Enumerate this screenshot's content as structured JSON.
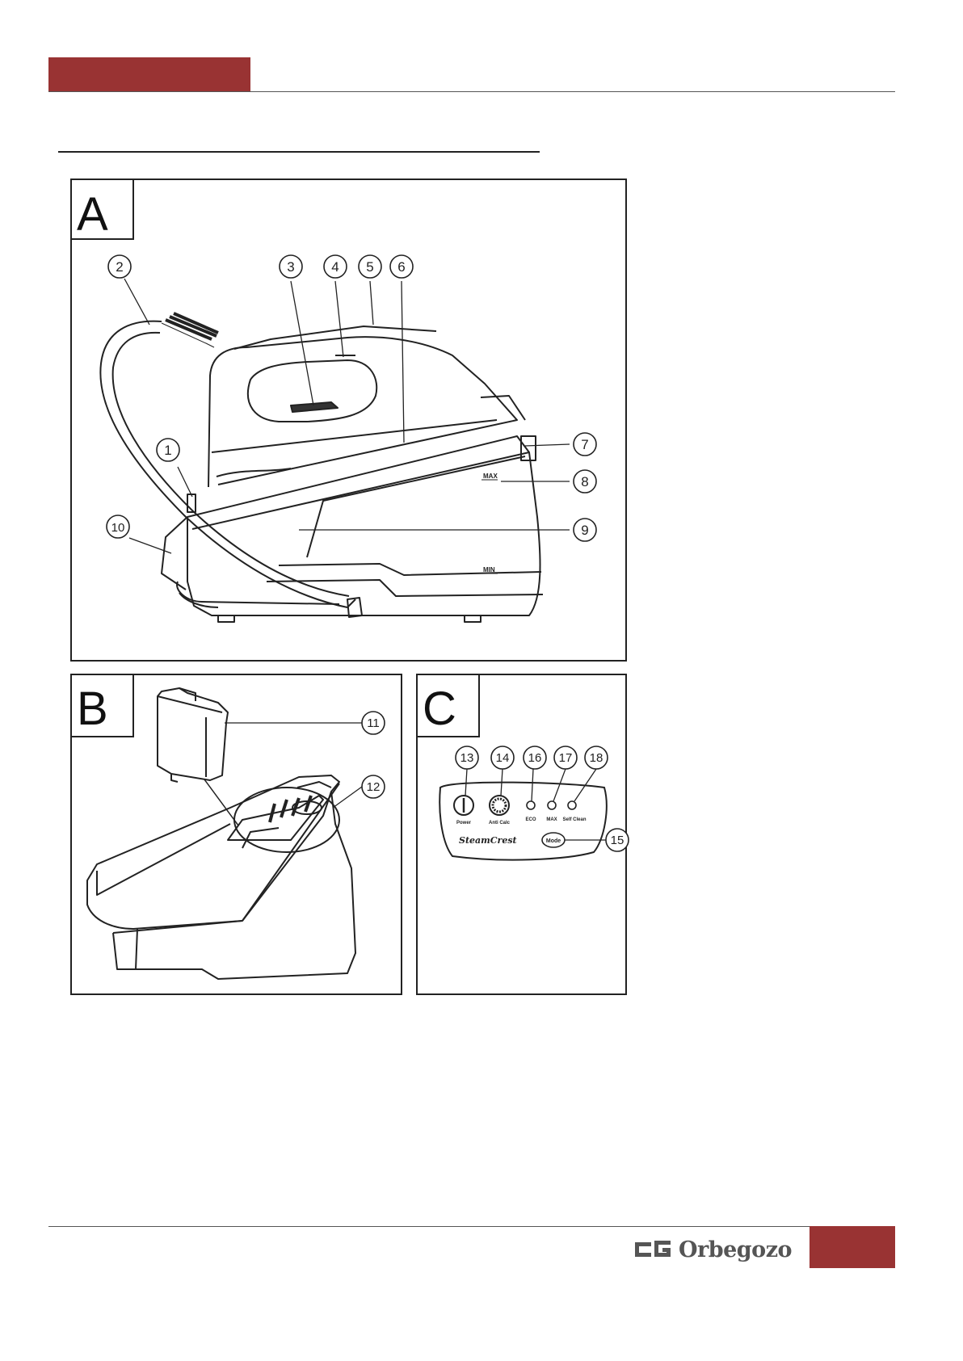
{
  "panels": [
    {
      "id": "A",
      "letter": "A"
    },
    {
      "id": "B",
      "letter": "B"
    },
    {
      "id": "C",
      "letter": "C"
    }
  ],
  "callouts": {
    "c1": "1",
    "c2": "2",
    "c3": "3",
    "c4": "4",
    "c5": "5",
    "c6": "6",
    "c7": "7",
    "c8": "8",
    "c9": "9",
    "c10": "10",
    "c11": "11",
    "c12": "12",
    "c13": "13",
    "c14": "14",
    "c15": "15",
    "c16": "16",
    "c17": "17",
    "c18": "18"
  },
  "tank_marks": {
    "max": "MAX",
    "min": "MIN"
  },
  "control_panel": {
    "power": "Power",
    "anti_calc": "Anti Calc",
    "eco": "ECO",
    "max": "MAX",
    "self_clean": "Self Clean",
    "series_logo": "SteamCrest",
    "mode": "Mode"
  },
  "brand": {
    "name": "Orbegozo"
  },
  "colors": {
    "accent": "#993333",
    "ink": "#222222",
    "logo_gray": "#555555"
  }
}
